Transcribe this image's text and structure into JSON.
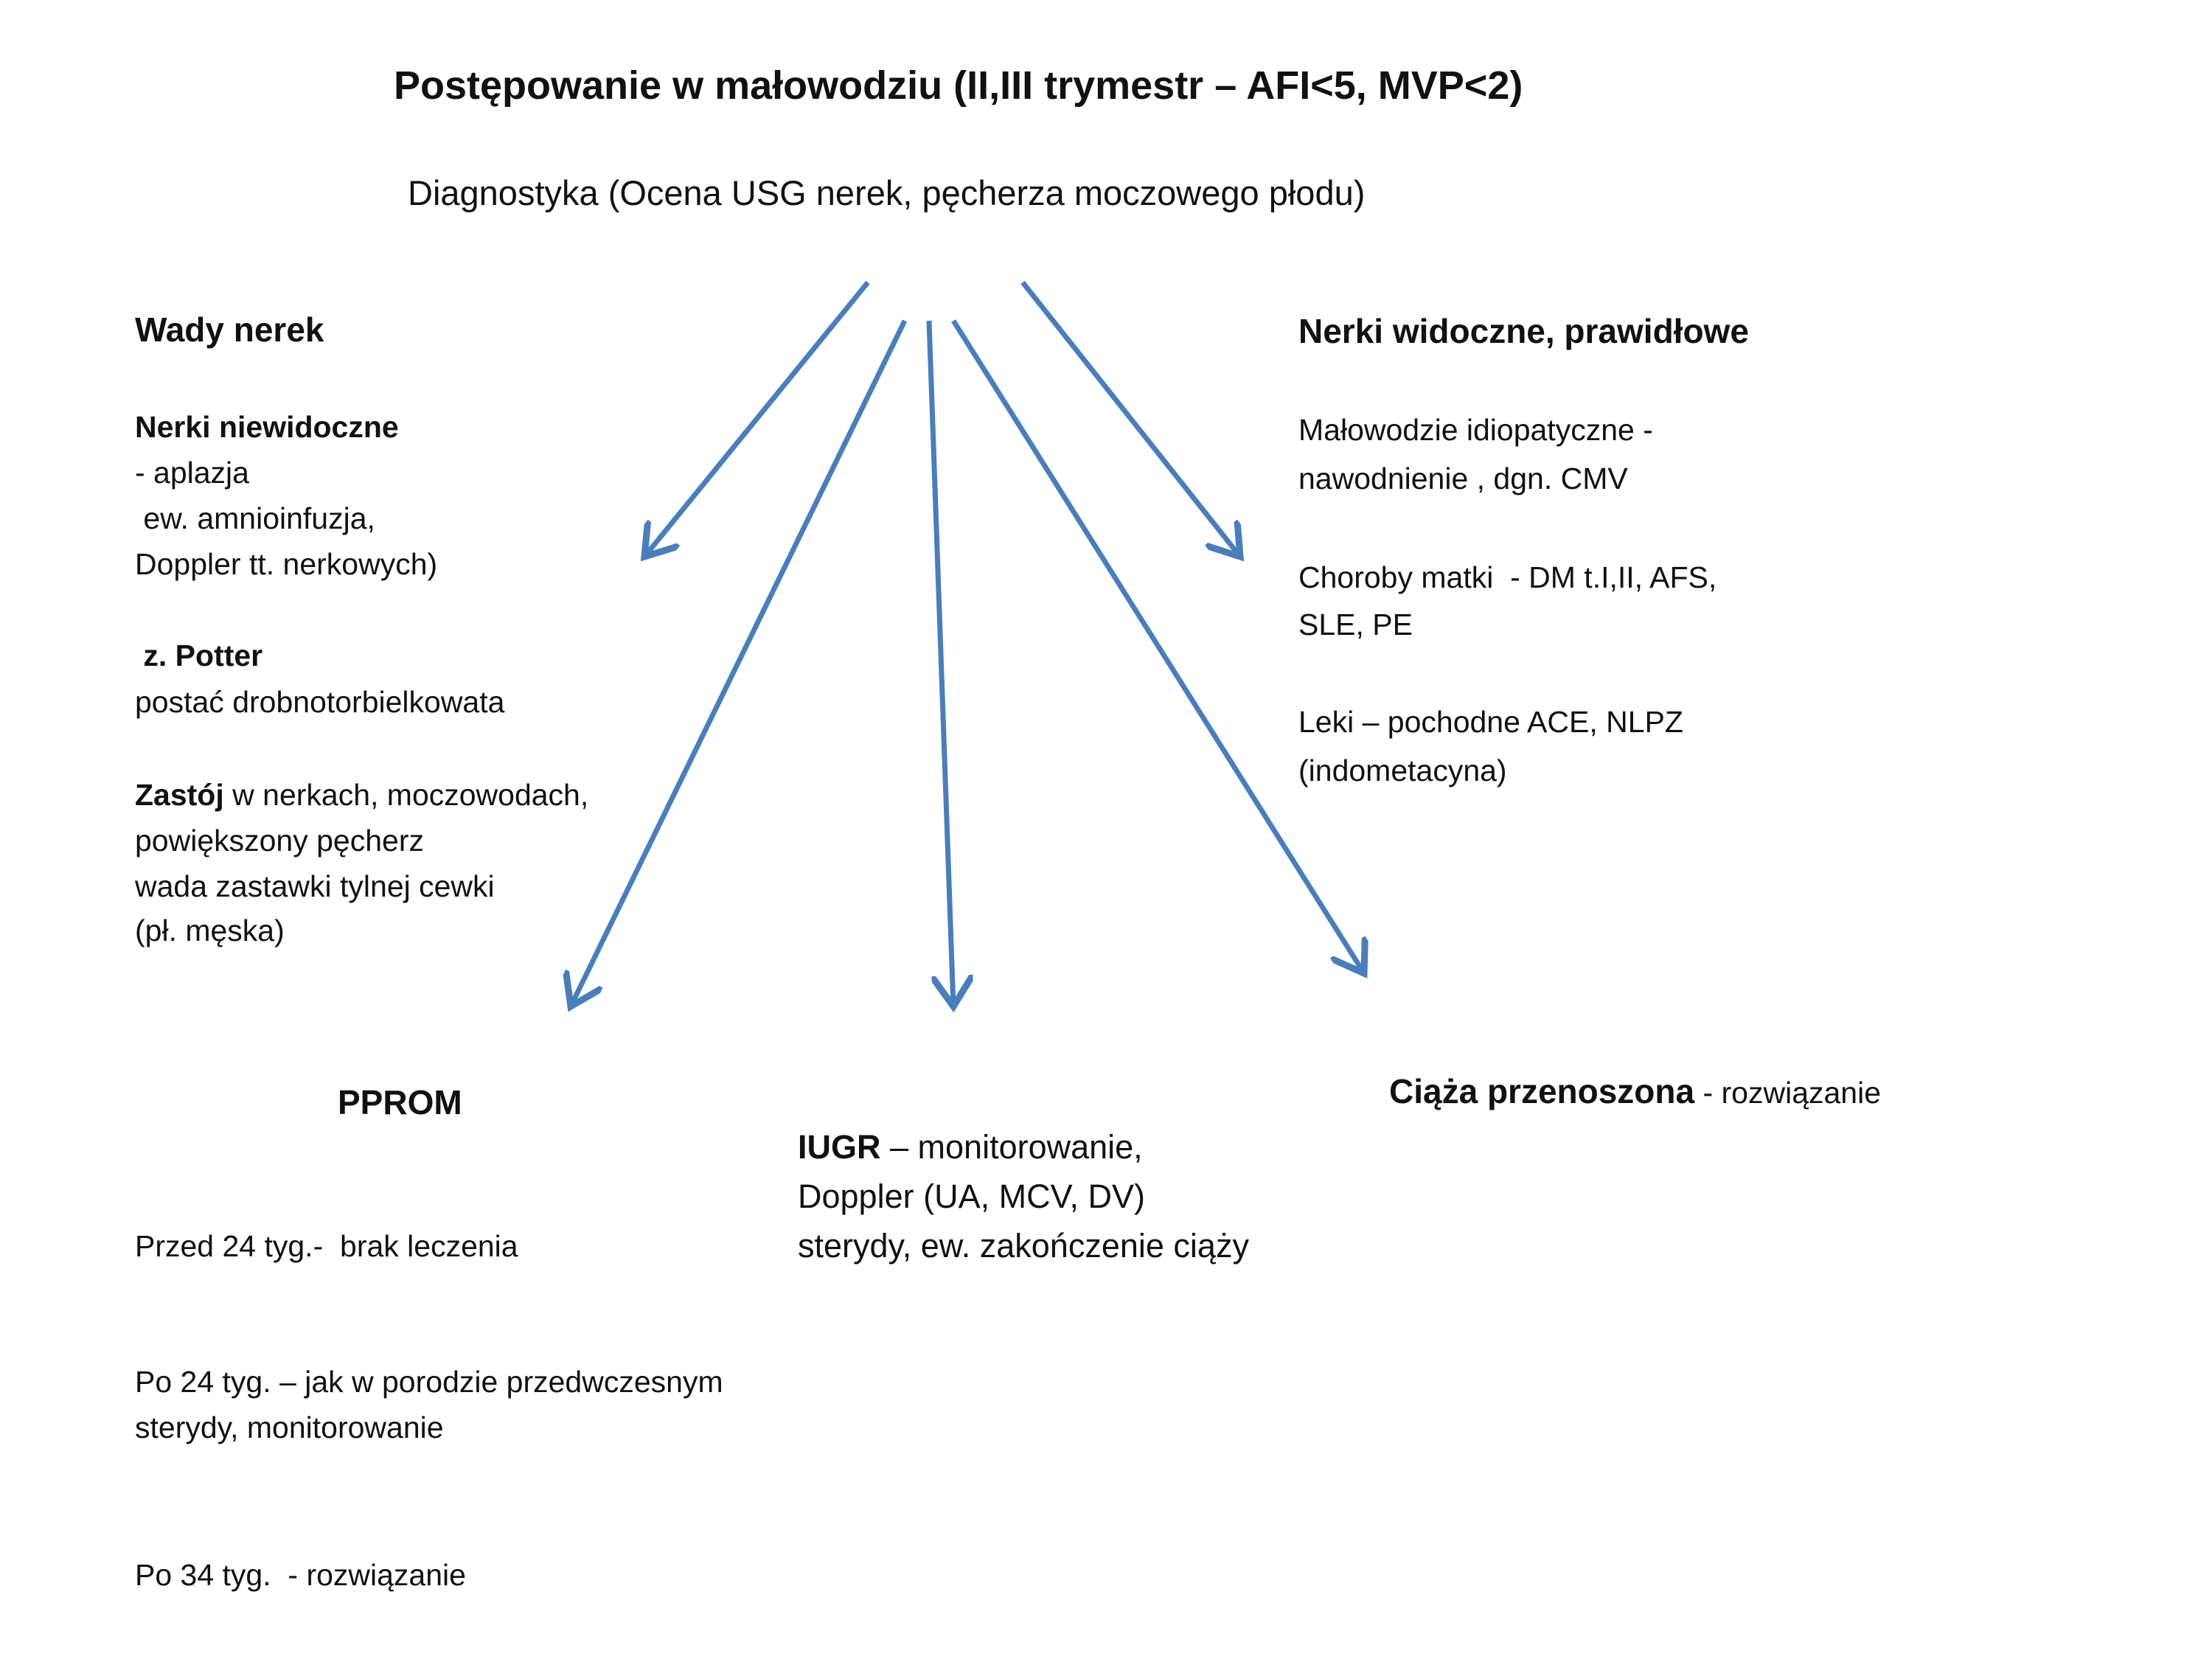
{
  "title": "Postępowanie w małowodziu (II,III trymestr – AFI<5, MVP<2)",
  "subtitle": "Diagnostyka (Ocena USG nerek, pęcherza moczowego płodu)",
  "arrow_color": "#4a7ebb",
  "left": {
    "heading": "Wady nerek",
    "nerki_niewidoczne": "Nerki niewidoczne",
    "aplazja": "- aplazja",
    "amnioinfuzja": " ew. amnioinfuzja,",
    "doppler": "Doppler tt. nerkowych)",
    "potter": " z. Potter",
    "postac": "postać drobnotorbielkowata",
    "zastoj_bold": "Zastój",
    "zastoj_rest": " w nerkach, moczowodach,",
    "pecherz": "powiększony pęcherz",
    "wada": "wada zastawki tylnej cewki",
    "pl": "(pł. męska)"
  },
  "right": {
    "heading": "Nerki widoczne, prawidłowe",
    "lines": [
      "Małowodzie idiopatyczne -",
      "nawodnienie , dgn. CMV",
      "Choroby matki  - DM t.I,II, AFS,",
      "SLE, PE",
      "Leki – pochodne ACE, NLPZ",
      "(indometacyna)"
    ]
  },
  "pprom": {
    "heading": "PPROM",
    "przed24": "Przed 24 tyg.-  brak leczenia",
    "po24": "Po 24 tyg. – jak w porodzie przedwczesnym",
    "po24b": "sterydy, monitorowanie",
    "po34": "Po 34 tyg.  - rozwiązanie"
  },
  "iugr": {
    "bold": "IUGR",
    "rest": " – monitorowanie,",
    "line2": "Doppler (UA, MCV, DV)",
    "line3": "sterydy, ew. zakończenie ciąży"
  },
  "ciaza": {
    "bold": "Ciąża przenoszona",
    "rest": " - rozwiązanie"
  }
}
